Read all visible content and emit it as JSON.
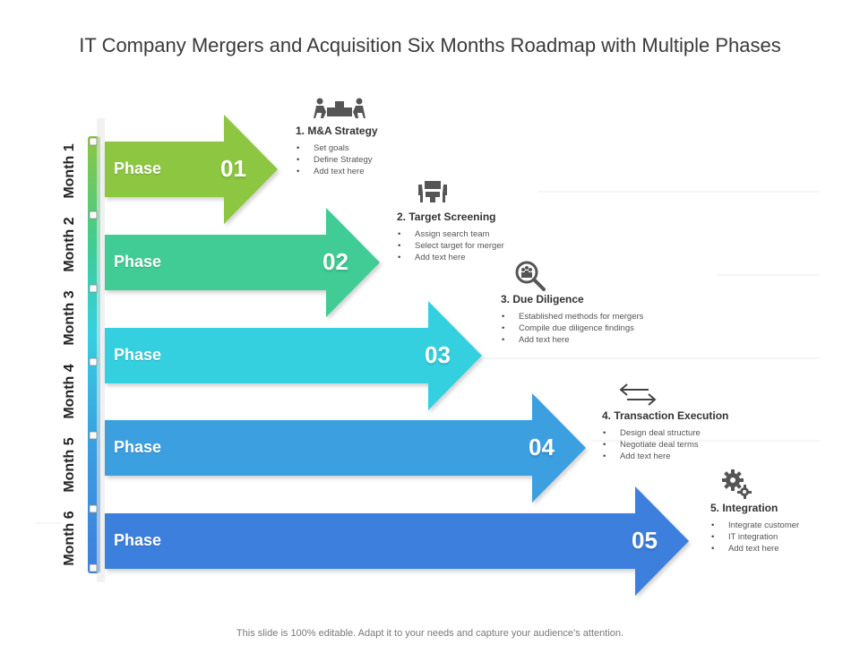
{
  "title": "IT Company Mergers and Acquisition Six Months Roadmap with Multiple Phases",
  "footer": "This slide is 100% editable. Adapt it to your needs and capture your audience’s attention.",
  "months": [
    "Month 1",
    "Month 2",
    "Month 3",
    "Month 4",
    "Month 5",
    "Month 6"
  ],
  "phases": [
    {
      "label": "Phase",
      "number": "01",
      "color": "#8dc63f",
      "dark": "#6ea32a"
    },
    {
      "label": "Phase",
      "number": "02",
      "color": "#3fcc94",
      "dark": "#2aa574"
    },
    {
      "label": "Phase",
      "number": "03",
      "color": "#35d0e0",
      "dark": "#1fa8c4"
    },
    {
      "label": "Phase",
      "number": "04",
      "color": "#3a9fe0",
      "dark": "#2a78c0"
    },
    {
      "label": "Phase",
      "number": "05",
      "color": "#3d7fdc",
      "dark": "#2c5cae"
    }
  ],
  "steps": [
    {
      "heading": "1.  M&A Strategy",
      "icon": "handshake-meeting-icon",
      "bullets": [
        "Set goals",
        "Define Strategy",
        "Add text here"
      ]
    },
    {
      "heading": "2.  Target Screening",
      "icon": "meeting-table-icon",
      "bullets": [
        "Assign search team",
        "Select target for merger",
        "Add text here"
      ]
    },
    {
      "heading": "3.  Due Diligence",
      "icon": "people-search-icon",
      "bullets": [
        "Established methods  for mergers",
        "Compile  due diligence findings",
        "Add text here"
      ]
    },
    {
      "heading": "4.  Transaction Execution",
      "icon": "exchange-arrows-icon",
      "bullets": [
        "Design deal structure",
        "Negotiate deal terms",
        "Add text here"
      ]
    },
    {
      "heading": "5.  Integration",
      "icon": "gears-icon",
      "bullets": [
        "Integrate customer",
        "IT integration",
        "Add text here"
      ]
    }
  ]
}
